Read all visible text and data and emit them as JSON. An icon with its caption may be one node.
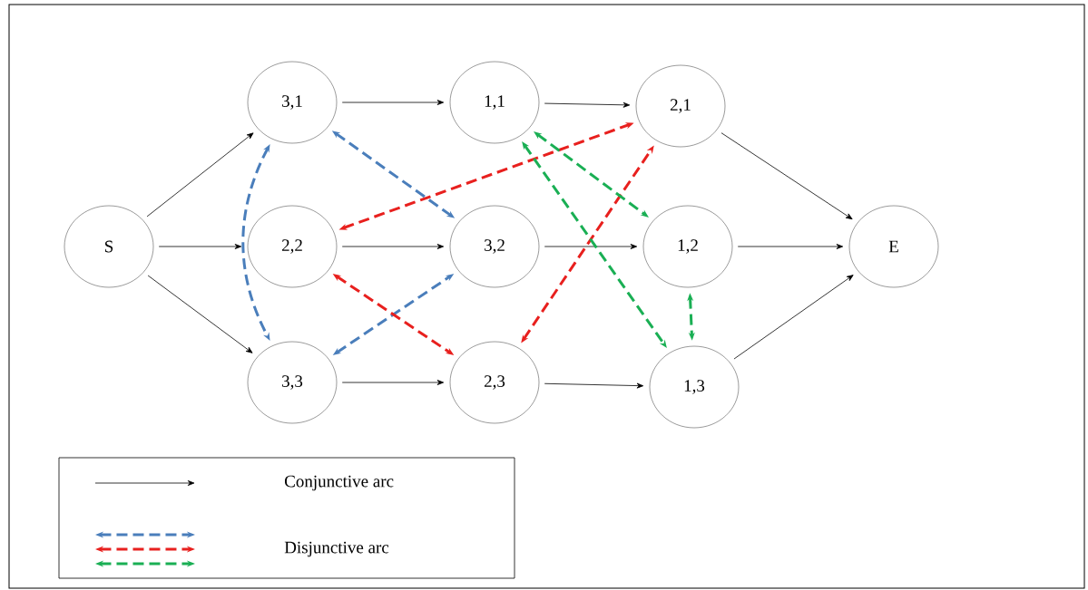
{
  "diagram": {
    "nodes": [
      {
        "text": [
          "S"
        ]
      },
      {
        "text": [
          "3,1"
        ]
      },
      {
        "text": [
          "1,1"
        ]
      },
      {
        "text": [
          "2,1"
        ]
      },
      {
        "text": [
          "2,2"
        ]
      },
      {
        "text": [
          "3,2"
        ]
      },
      {
        "text": [
          "1,2"
        ]
      },
      {
        "text": [
          "E"
        ]
      },
      {
        "text": [
          "3,3"
        ]
      },
      {
        "text": [
          "2,3"
        ]
      },
      {
        "text": [
          "1,3"
        ]
      }
    ],
    "edges": [
      {
        "from": 0,
        "to": 1,
        "arrow": "to"
      },
      {
        "from": 0,
        "to": 4,
        "arrow": "to"
      },
      {
        "from": 0,
        "to": 8,
        "arrow": "to"
      },
      {
        "from": 1,
        "to": 2,
        "arrow": "to"
      },
      {
        "from": 2,
        "to": 3,
        "arrow": "to"
      },
      {
        "from": 4,
        "to": 5,
        "arrow": "to"
      },
      {
        "from": 5,
        "to": 6,
        "arrow": "to"
      },
      {
        "from": 8,
        "to": 9,
        "arrow": "to"
      },
      {
        "from": 9,
        "to": 10,
        "arrow": "to"
      },
      {
        "from": 3,
        "to": 7,
        "arrow": "to"
      },
      {
        "from": 6,
        "to": 7,
        "arrow": "to"
      },
      {
        "from": 10,
        "to": 7,
        "arrow": "to"
      },
      {
        "from": 1,
        "to": 8,
        "arrow": "both",
        "style": "dashed",
        "color": "#4a7ebb"
      },
      {
        "from": 1,
        "to": 5,
        "arrow": "both",
        "style": "dashed",
        "color": "#4a7ebb"
      },
      {
        "from": 8,
        "to": 5,
        "arrow": "both",
        "style": "dashed",
        "color": "#4a7ebb"
      },
      {
        "from": 4,
        "to": 3,
        "arrow": "both",
        "style": "dashed",
        "color": "#e8201e"
      },
      {
        "from": 4,
        "to": 9,
        "arrow": "both",
        "style": "dashed",
        "color": "#e8201e"
      },
      {
        "from": 9,
        "to": 3,
        "arrow": "both",
        "style": "dashed",
        "color": "#e8201e"
      },
      {
        "from": 2,
        "to": 6,
        "arrow": "both",
        "style": "dashed",
        "color": "#1aaf54"
      },
      {
        "from": 2,
        "to": 10,
        "arrow": "both",
        "style": "dashed",
        "color": "#1aaf54"
      },
      {
        "from": 6,
        "to": 10,
        "arrow": "both",
        "style": "dashed",
        "color": "#1aaf54"
      }
    ],
    "legend": [
      {
        "text": "Conjunctive arc"
      },
      {
        "text": "Disjunctive arc"
      }
    ]
  }
}
